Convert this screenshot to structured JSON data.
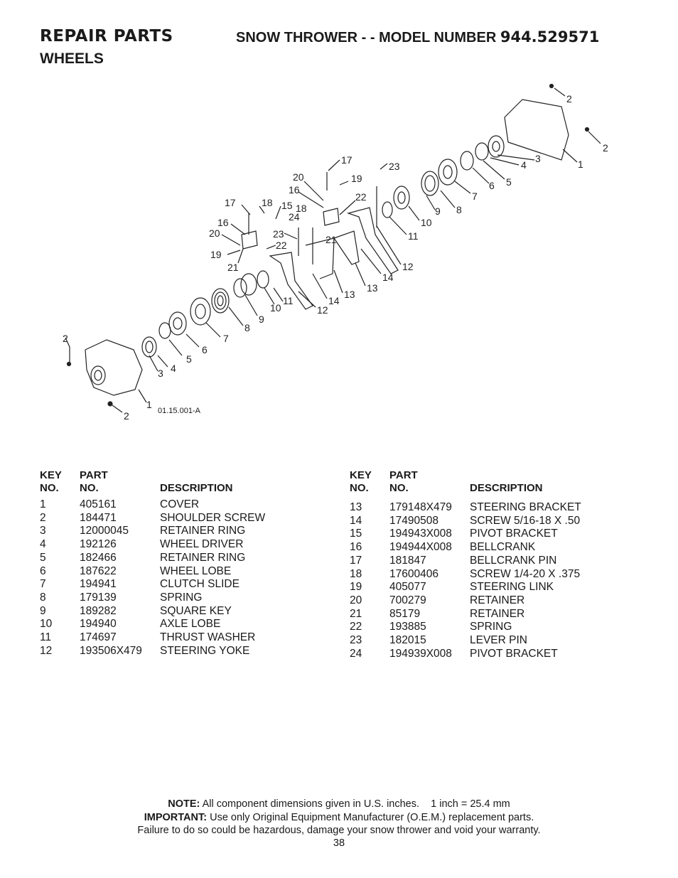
{
  "header": {
    "section": "REPAIR PARTS",
    "title_prefix": "SNOW THROWER - - MODEL NUMBER",
    "model": "944.529571",
    "subsection": "WHEELS"
  },
  "diagram": {
    "ref": "01.15.001-A",
    "callouts": [
      "1",
      "2",
      "3",
      "4",
      "5",
      "6",
      "7",
      "8",
      "9",
      "10",
      "11",
      "12",
      "13",
      "14",
      "15",
      "16",
      "17",
      "18",
      "19",
      "20",
      "21",
      "22",
      "23",
      "24"
    ]
  },
  "table_headers": {
    "key": "KEY",
    "no": "NO.",
    "part": "PART",
    "part_no": "NO.",
    "description": "DESCRIPTION"
  },
  "parts_left": [
    {
      "key": "1",
      "part": "405161",
      "desc": "COVER"
    },
    {
      "key": "2",
      "part": "184471",
      "desc": "SHOULDER SCREW"
    },
    {
      "key": "3",
      "part": "12000045",
      "desc": "RETAINER RING"
    },
    {
      "key": "4",
      "part": "192126",
      "desc": "WHEEL DRIVER"
    },
    {
      "key": "5",
      "part": "182466",
      "desc": "RETAINER RING"
    },
    {
      "key": "6",
      "part": "187622",
      "desc": "WHEEL LOBE"
    },
    {
      "key": "7",
      "part": "194941",
      "desc": "CLUTCH SLIDE"
    },
    {
      "key": "8",
      "part": "179139",
      "desc": "SPRING"
    },
    {
      "key": "9",
      "part": "189282",
      "desc": "SQUARE KEY"
    },
    {
      "key": "10",
      "part": "194940",
      "desc": "AXLE LOBE"
    },
    {
      "key": "11",
      "part": "174697",
      "desc": "THRUST WASHER"
    },
    {
      "key": "12",
      "part": "193506X479",
      "desc": "STEERING YOKE"
    }
  ],
  "parts_right": [
    {
      "key": "13",
      "part": "179148X479",
      "desc": "STEERING BRACKET"
    },
    {
      "key": "14",
      "part": "17490508",
      "desc": "SCREW 5/16-18 X .50"
    },
    {
      "key": "15",
      "part": "194943X008",
      "desc": "PIVOT BRACKET"
    },
    {
      "key": "16",
      "part": "194944X008",
      "desc": "BELLCRANK"
    },
    {
      "key": "17",
      "part": "181847",
      "desc": "BELLCRANK PIN"
    },
    {
      "key": "18",
      "part": "17600406",
      "desc": "SCREW 1/4-20 X .375"
    },
    {
      "key": "19",
      "part": "405077",
      "desc": "STEERING LINK"
    },
    {
      "key": "20",
      "part": "700279",
      "desc": "RETAINER"
    },
    {
      "key": "21",
      "part": "85179",
      "desc": "RETAINER"
    },
    {
      "key": "22",
      "part": "193885",
      "desc": "SPRING"
    },
    {
      "key": "23",
      "part": "182015",
      "desc": "LEVER PIN"
    },
    {
      "key": "24",
      "part": "194939X008",
      "desc": "PIVOT BRACKET"
    }
  ],
  "notes": {
    "note_label": "NOTE:",
    "note_text": "All component dimensions given in U.S. inches.    1 inch = 25.4 mm",
    "important_label": "IMPORTANT:",
    "important_text": "Use only Original Equipment Manufacturer (O.E.M.) replacement parts.",
    "warning": "Failure to do so could be hazardous, damage your snow thrower and void your warranty.",
    "page_number": "38"
  }
}
